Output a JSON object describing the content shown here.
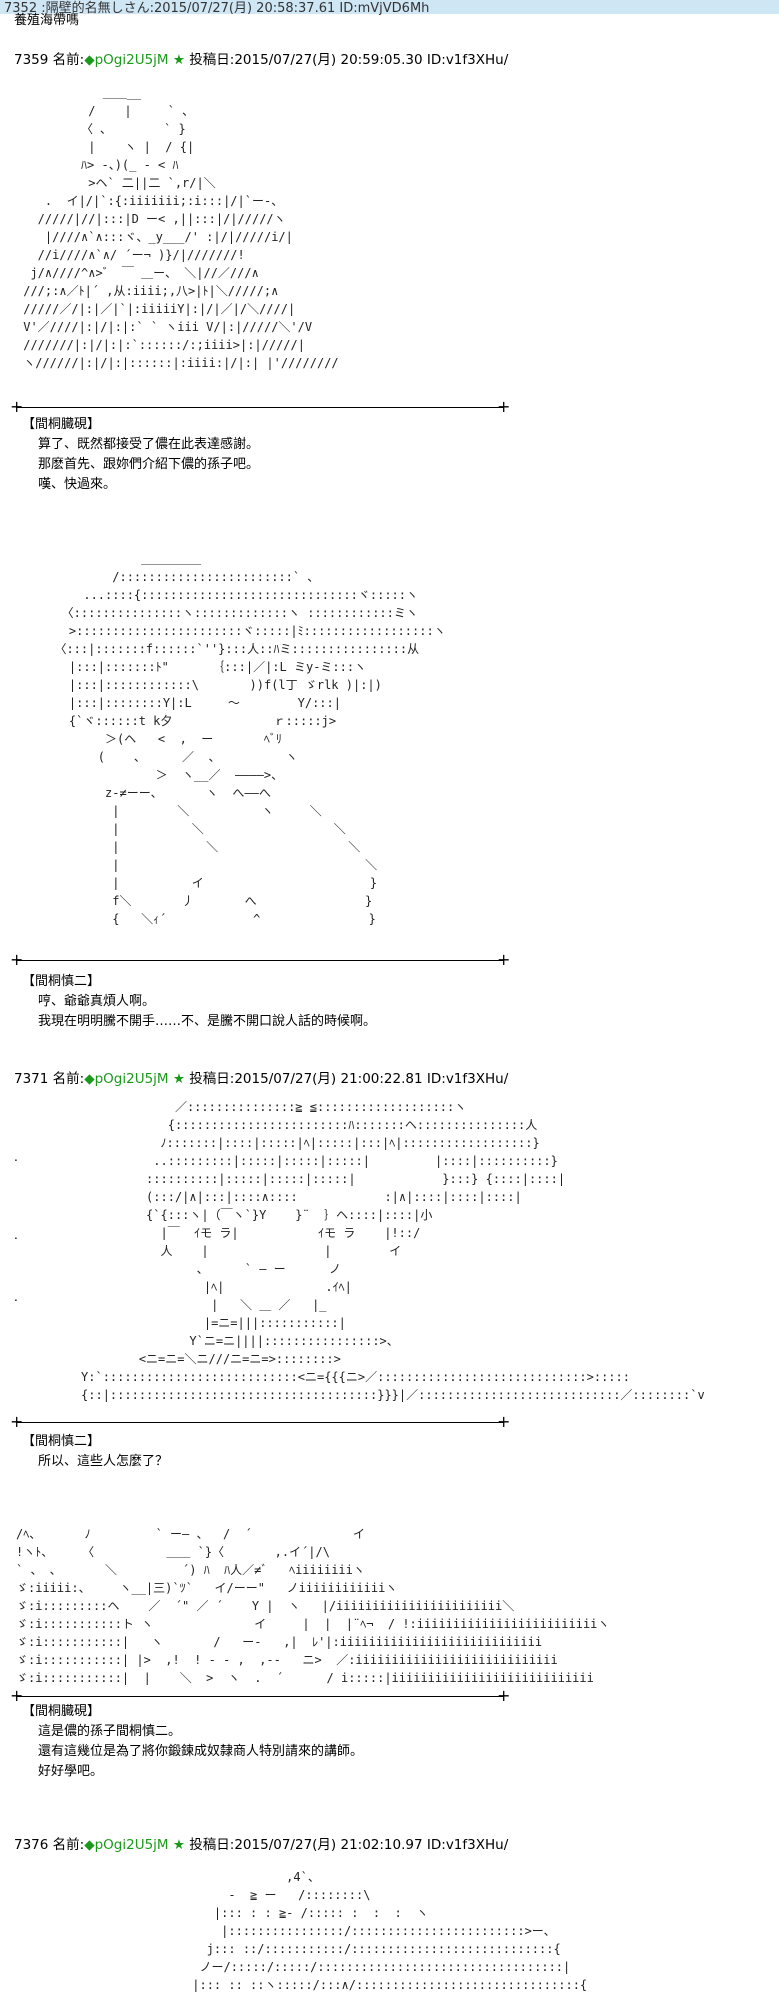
{
  "prev_post": {
    "header": "7352 :隔壁的名無しさん:2015/07/27(月) 20:58:37.61 ID:mVjVD6Mh",
    "body": "養殖海帶嗎"
  },
  "posts": [
    {
      "number": "7359",
      "name_label": "名前:",
      "trip": "◆pOgi2U5jM",
      "star": "★",
      "date_label": "投稿日:",
      "datetime": "2015/07/27(月) 20:59:05.30",
      "id": "ID:v1f3XHu/",
      "blocks": [
        {
          "ascii_art": "            ＿＿__\n          /    |     ` 、\n         〈 ､        ` }\n          |    ヽ |  / {|\n         ﾊ> -、)(_ - < ﾊ\n          >ヘ` 二||二 `,r/|＼\n    .  イ|/|`:{:iiiiiii;:i:::|/|`ー-、\n   /////|//|:::|D ー< ,||:::|/|/////ヽ\n    |////∧`∧:::ヾ、_y___/' :|/|/////i/|\n   //i////∧`∧/ ´ー¬ )}/|///////!\n  j/∧////^∧>゛ ￣ ＿ー、 ＼|//／///∧\n ///;:∧／ﾄ|´ ,从:iiii;,八>|ﾄ|＼/////;∧\n /////／/|:|／|`|:iiiiiY|:|/|／|/＼////|\n V'／////|:|/|:|:` ` ヽiii V/|:|/////＼'/V\n ///////|:|/|:|:`::::::/:;iiii>|:|/////|\n ヽ//////|:|/|:|::::::|:iiii:|/|:| |'////////",
          "speaker": "【間桐臓硯】",
          "lines": [
            "算了、既然都接受了儂在此表達感謝。",
            "那麽首先、跟妳們介紹下儂的孫子吧。",
            "嘆、快過來。"
          ]
        },
        {
          "ascii_art": "              ＿＿＿＿＿\n          /::::::::::::::::::::::::` 、\n      ...::::{::::::::::::::::::::::::::::::ヾ:::::ヽ\n   〈:::::::::::::::ヽ:::::::::::::ヽ ::::::::::::ミヽ\n    >:::::::::::::::::::::::ヾ:::::|ﾐ::::::::::::::::::ヽ\n  〈:::|:::::::f::::::`''}:::人::ﾊミ::::::::::::::::从\n    |:::|:::::::ﾄ\"      ｛:::|／|:L ミy-ミ:::ヽ\n    |:::|::::::::::::\\       ))f(l丁 ゞrlk )|:|)\n    |:::|::::::::Y|:L     ～        Y/:::|\n    {`ヾ::::::t k夕              ｒ:::::j>\n         ＞(ヘ   <  ,  ー       ﾍﾞﾘ\n        (    、     ／  、         ヽ\n                ＞  ヽ__／  ――――>、\n         z-≠ーー、      ヽ  へ――へ\n          |        ＼          ヽ     ＼\n          |          ＼                  ＼\n          |            ＼                  ＼\n          |                                  ＼\n          |          イ                       }\n          f＼       丿       へ               }\n          {   ＼ｨ´            ^               }",
          "speaker": "【間桐慎二】",
          "lines": [
            "哼、爺爺真煩人啊。",
            "我現在明明騰不開手……不、是騰不開口說人話的時候啊。"
          ]
        }
      ]
    },
    {
      "number": "7371",
      "name_label": "名前:",
      "trip": "◆pOgi2U5jM",
      "star": "★",
      "date_label": "投稿日:",
      "datetime": "2015/07/27(月) 21:00:22.81",
      "id": "ID:v1f3XHu/",
      "blocks": [
        {
          "ascii_art": "                      ／:::::::::::::::≧ ≦:::::::::::::::::::ヽ\n                     {::::::::::::::::::::::::ﾊ:::::::ヘ:::::::::::::::人\n                    ﾉ:::::::|::::|:::::|ﾍ|:::::|:::|ﾍ|::::::::::::::::::}\n                   ..:::::::::|:::::|:::::|:::::|         |::::|::::::::::}\n                  ::::::::::|:::::|:::::|:::::|            }:::} {::::|::::|\n                  (:::/|∧|:::|::::∧::::            :|∧|::::|::::|::::|\n                  {`{:::ヽ|（￣ヽ`}Y    }¨  ｝ヘ::::|::::|小\n                    |￣  ｲモ ラ|           ｲモ ラ    |!::/\n                    人    |                |        イ\n                         、     ` ― ー      ノ\n                          |ﾍ|              .ｲﾍ|\n                           |   ＼ ＿ ／   |_\n                          |=ニ=|||:::::::::::|\n                        Y`ニ=ニ||||::::::::::::::::>、\n                 <ニ=ニ=＼ニ///ニ=ニ=>::::::::>\n         Y:`:::::::::::::::::::::::::::<ニ={{{ニ>／:::::::::::::::::::::::::::::>:::::\n         {::|:::::::::::::::::::::::::::::::::::::}}}|／::::::::::::::::::::::::::::／::::::::`v",
          "speaker": "【間桐慎二】",
          "lines": [
            "所以、這些人怎麼了？"
          ]
        },
        {
          "ascii_art": "/ﾍ、      ﾉ         ` ー― 、  /  ´              イ\n!ヽﾄ、    〈          ＿＿ `}〈       ,.イ´|/\\\n` 、 、      ＼         ´) ﾊ  ﾊ人／≠ﾞ   ﾍiiiiiiiiヽ\nゞ:iiiii:、    ヽ__|三)`ﾂ`   イ/ーー\"   ノiiiiiiiiiiiiヽ\nゞ:i:::::::::ヘ    ／  ´\" ／ ´    Y |  ヽ   |/iiiiiiiiiiiiiiiiiiiiiii＼\nゞ:i:::::::::::ト ヽ              イ     |  |  |¨ﾍ¬  / !:iiiiiiiiiiiiiiiiiiiiiiiiiヽ\nゞ:i:::::::::::|   ヽ       /   ー-   ,|  ﾚ'|:iiiiiiiiiiiiiiiiiiiiiiiiiiii\nゞ:i:::::::::::| |>  ,!  ! - - ,  ,--   ニ>  ／:iiiiiiiiiiiiiiiiiiiiiiiiiiii\nゞ:i:::::::::::|  |    ＼  >  ヽ  .  ´      / i:::::|iiiiiiiiiiiiiiiiiiiiiiiiiiii",
          "speaker": "【間桐臓硯】",
          "lines": [
            "這是儂的孫子間桐慎二。",
            "還有這幾位是為了將你鍛鍊成奴隸商人特別請來的講師。",
            "好好學吧。"
          ]
        }
      ]
    },
    {
      "number": "7376",
      "name_label": "名前:",
      "trip": "◆pOgi2U5jM",
      "star": "★",
      "date_label": "投稿日:",
      "datetime": "2015/07/27(月) 21:02:10.97",
      "id": "ID:v1f3XHu/",
      "blocks": [
        {
          "ascii_art": "                       ,4`、\n               -  ≧ ー   /::::::::\\\n             |::: : : ≧- /::::: :  :  :  ヽ\n              |::::::::::::::::/::::::::::::::::::::::::>ー、\n            j::: ::/:::::::::::/::::::::::::::::::::::::::::{\n           ノー/:::::/:::::/::::::::::::::::::::::::::::::::::|\n          |::: :: ::ヽ:::::/:::∧/:::::::::::::::::::::::::::::::{",
          "speaker": "",
          "lines": []
        }
      ]
    }
  ],
  "margin_dots": [
    ".",
    ".",
    "."
  ]
}
